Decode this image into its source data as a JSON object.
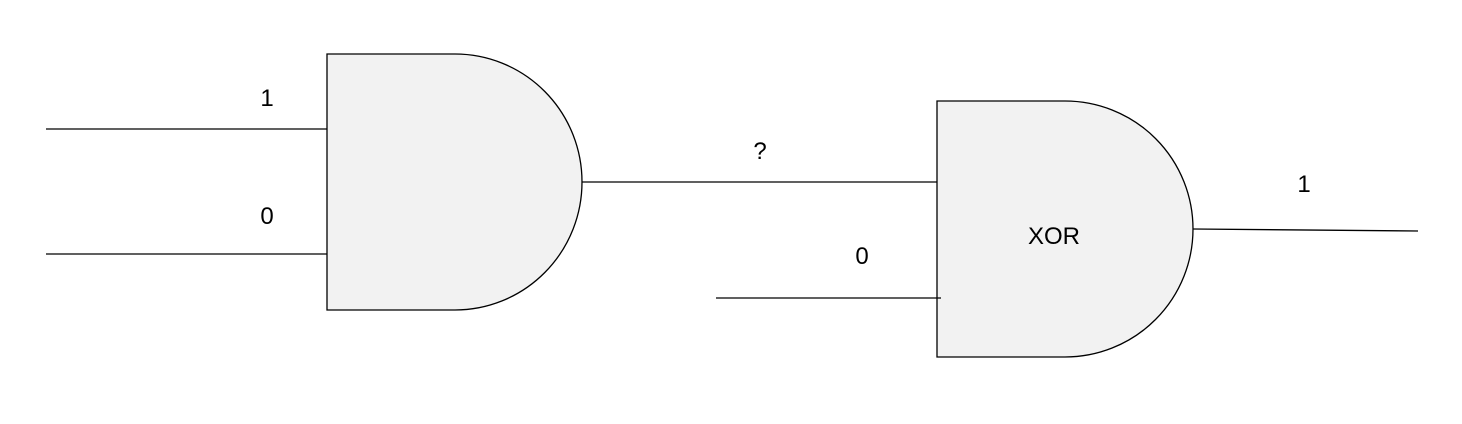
{
  "diagram": {
    "gate1": {
      "inputs": [
        {
          "label": "1"
        },
        {
          "label": "0"
        }
      ],
      "output": {
        "label": "?"
      }
    },
    "gate2": {
      "name": "XOR",
      "inputs": [
        {
          "label": "0"
        }
      ],
      "output": {
        "label": "1"
      }
    },
    "colors": {
      "gate_fill": "#f2f2f2",
      "stroke": "#000000",
      "background": "#ffffff"
    }
  }
}
